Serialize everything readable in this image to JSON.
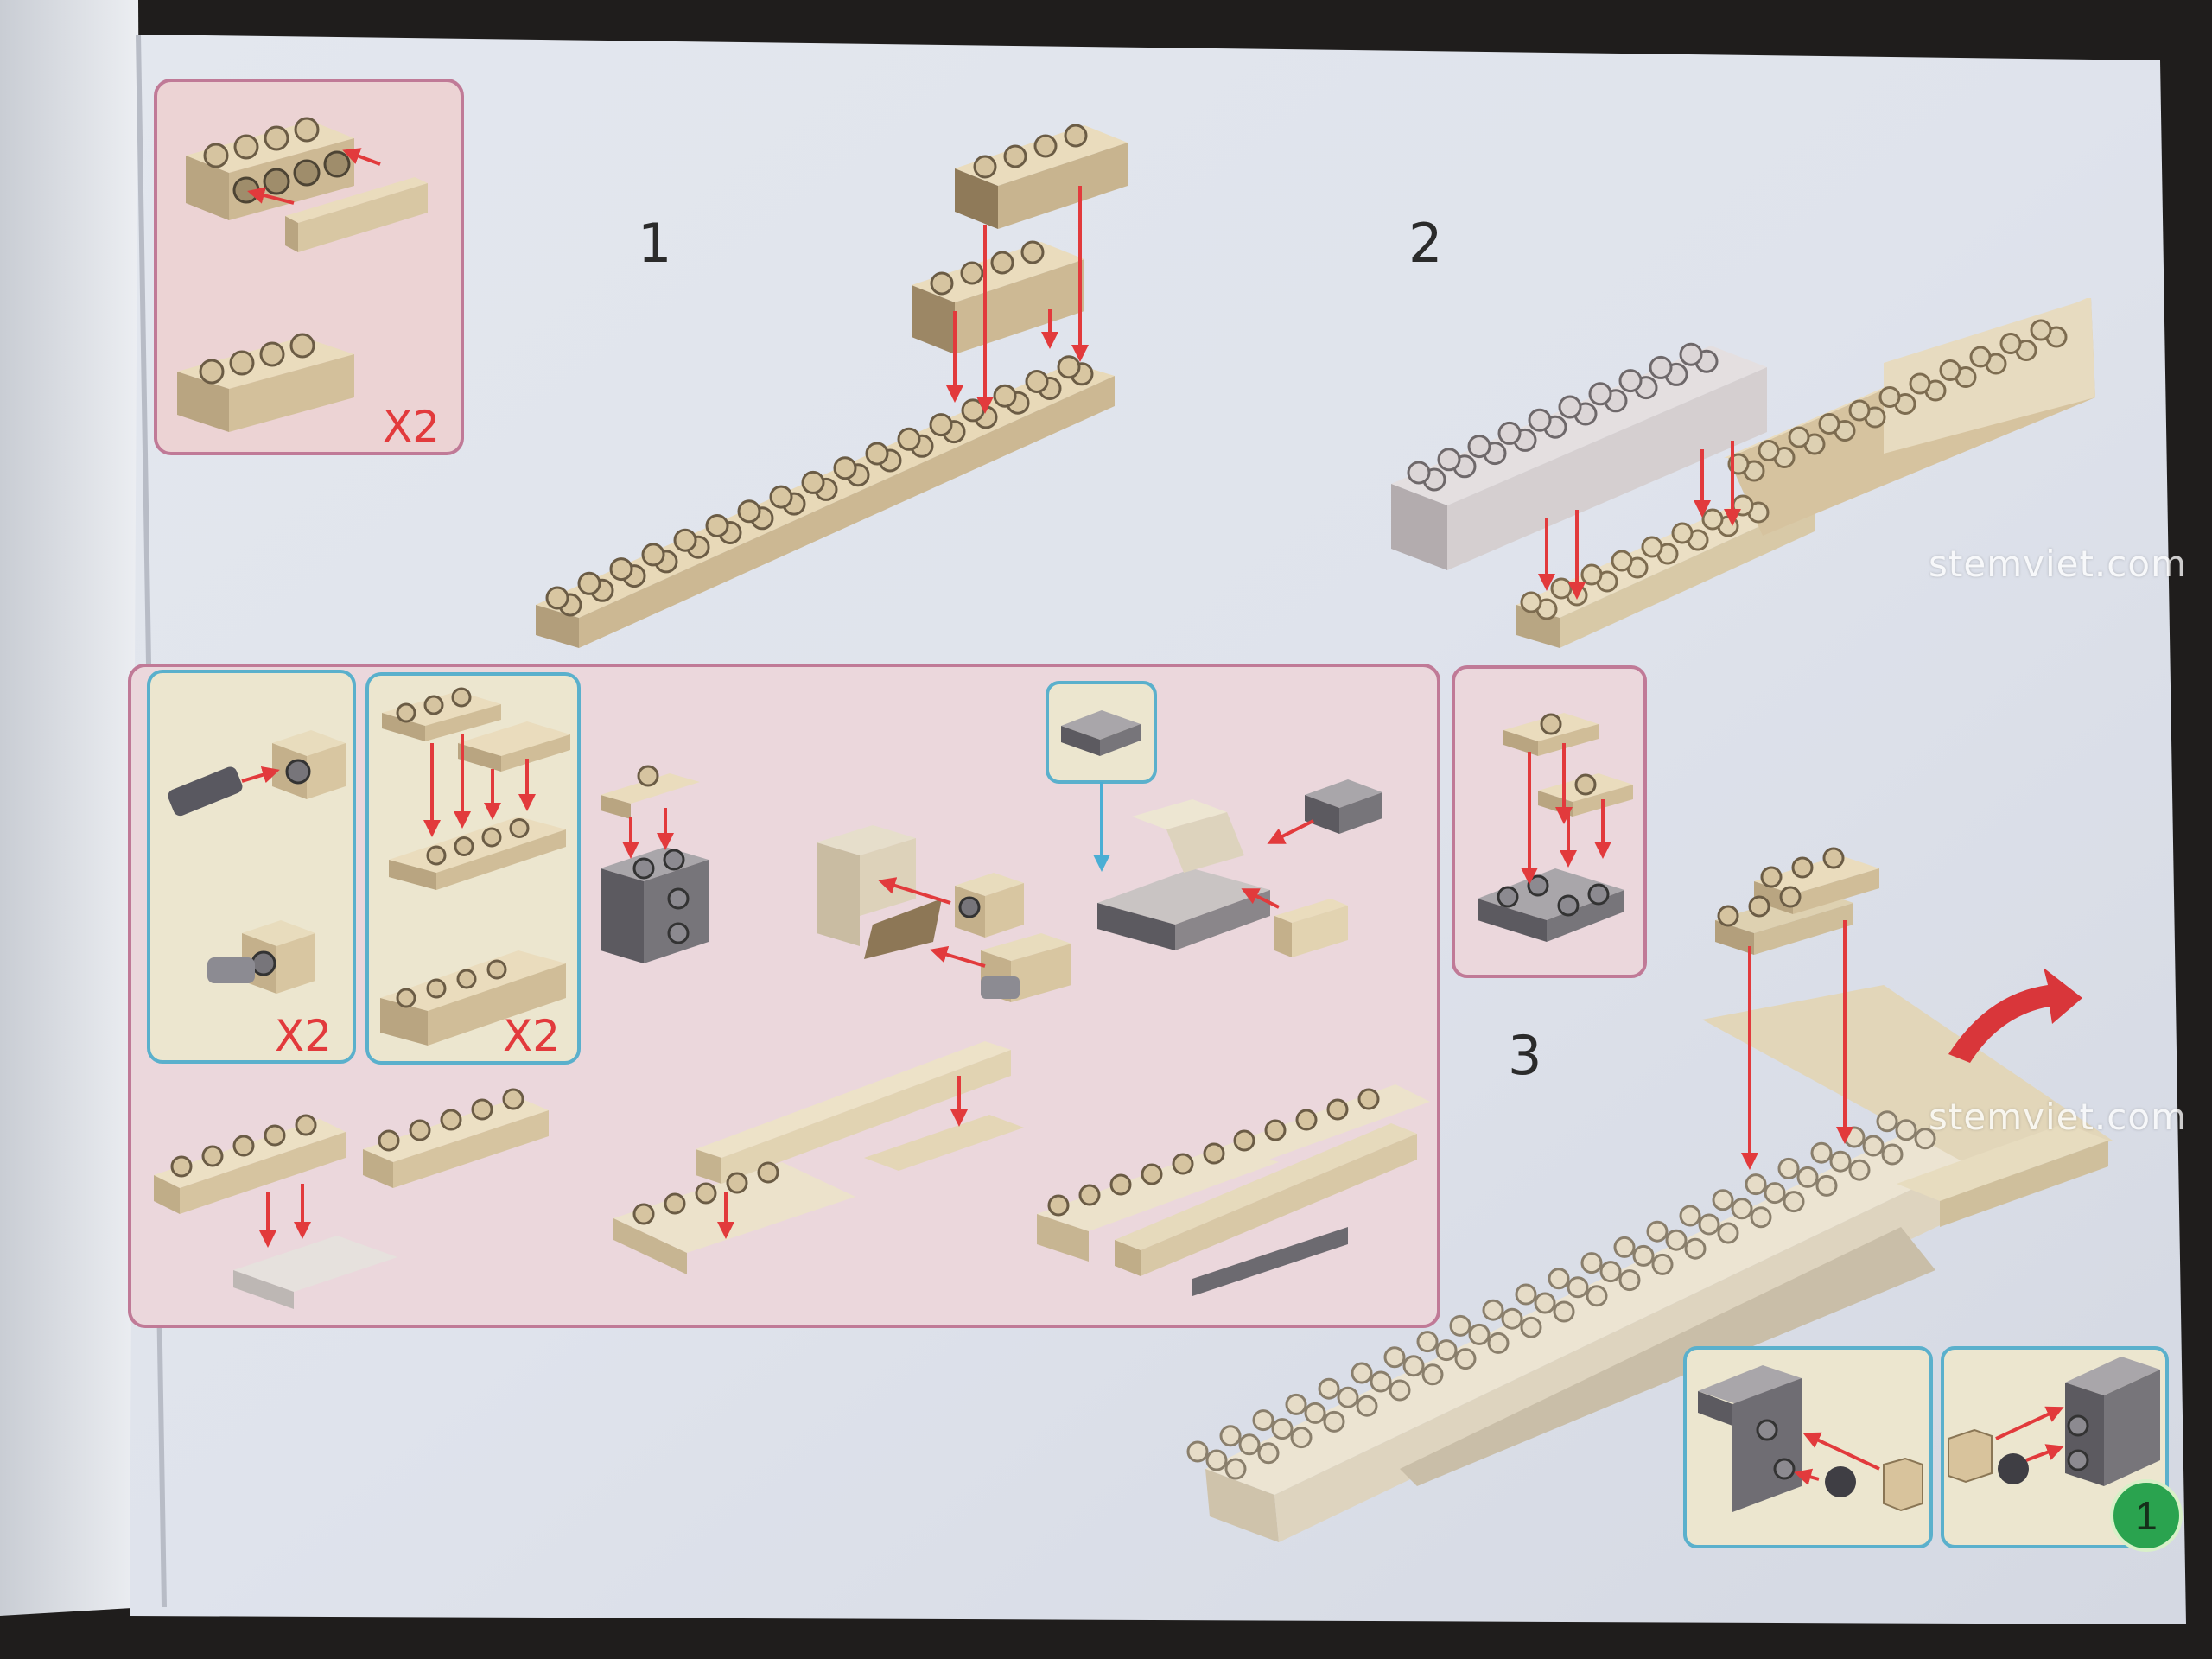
{
  "steps": [
    {
      "number": "1"
    },
    {
      "number": "2"
    },
    {
      "number": "3"
    }
  ],
  "callouts": {
    "top_left_qty": "X2",
    "sub_a_qty": "X2",
    "sub_b_qty": "X2"
  },
  "watermark": {
    "text_top": "stemviet.com",
    "text_mid": "stemviet.com"
  },
  "page_number": "1",
  "colors": {
    "arrow": "#e23a3c",
    "tan_brick": "#d9c7a2",
    "dark_brick": "#77757a",
    "callout_pink": "#c07a97",
    "callout_blue": "#5ab0cc"
  }
}
